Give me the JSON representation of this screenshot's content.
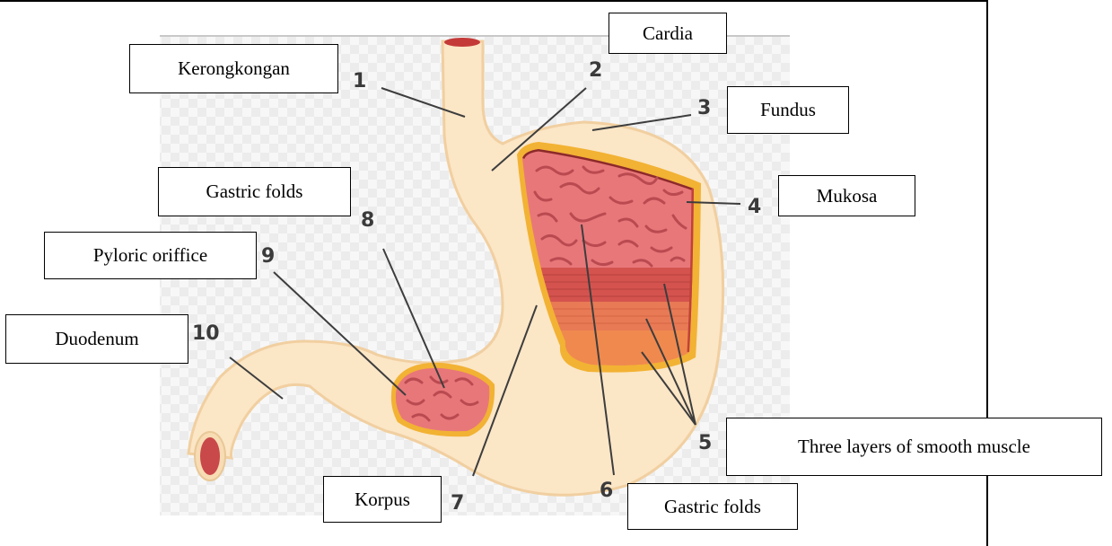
{
  "labels": {
    "cardia": "Cardia",
    "kerongkongan": "Kerongkongan",
    "fundus": "Fundus",
    "mukosa": "Mukosa",
    "gastric_folds_top": "Gastric folds",
    "pyloric_oriffice": "Pyloric oriffice",
    "duodenum": "Duodenum",
    "korpus": "Korpus",
    "gastric_folds_bottom": "Gastric folds",
    "three_layers": "Three layers of smooth muscle"
  },
  "numbers": [
    "1",
    "2",
    "3",
    "4",
    "5",
    "6",
    "7",
    "8",
    "9",
    "10"
  ],
  "colors": {
    "stomach_wall": "#fbe6c6",
    "stomach_outline": "#f1cfa0",
    "mucosa": "#e8777a",
    "muscle_dark": "#d4534f",
    "muscle_mid": "#e87a55",
    "muscle_light": "#f0894e",
    "rugae": "#b94a50",
    "yellow_border": "#f2b233",
    "leader": "#3d3d3d"
  }
}
